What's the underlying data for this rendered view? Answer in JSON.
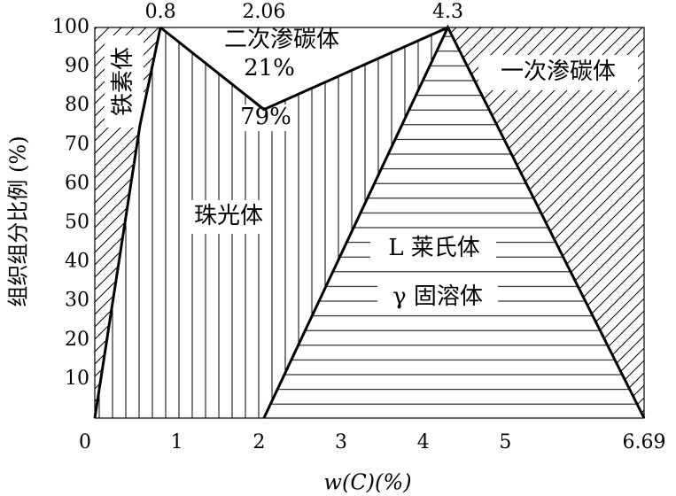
{
  "chart_data": {
    "type": "area",
    "xlabel": "w(C)(%)",
    "ylabel": "组织组分比例 (%)",
    "xlim": [
      0,
      6.69
    ],
    "ylim": [
      0,
      100
    ],
    "x_tick_labels": [
      "0",
      "1",
      "2",
      "3",
      "4",
      "5",
      "6.69"
    ],
    "x_ticks": [
      0,
      1,
      2,
      3,
      4,
      5,
      6.69
    ],
    "y_tick_labels": [
      "10",
      "20",
      "30",
      "40",
      "50",
      "60",
      "70",
      "80",
      "90",
      "100"
    ],
    "y_ticks": [
      10,
      20,
      30,
      40,
      50,
      60,
      70,
      80,
      90,
      100
    ],
    "top_labels": [
      {
        "x": 0.8,
        "text": "0.8"
      },
      {
        "x": 2.06,
        "text": "2.06"
      },
      {
        "x": 4.3,
        "text": "4.3"
      }
    ],
    "boundaries": {
      "ferrite_pearlite": [
        [
          0,
          0
        ],
        [
          0.55,
          75
        ],
        [
          0.8,
          100
        ]
      ],
      "pearlite_cementite_II": [
        [
          0.8,
          100
        ],
        [
          2.06,
          79
        ],
        [
          4.3,
          100
        ]
      ],
      "ledeburite_left": [
        [
          2.06,
          0
        ],
        [
          4.3,
          100
        ]
      ],
      "ledeburite_right": [
        [
          4.3,
          100
        ],
        [
          6.69,
          0
        ]
      ]
    },
    "regions": [
      {
        "name": "铁素体",
        "pattern": "diagonal"
      },
      {
        "name": "珠光体",
        "pattern": "vertical"
      },
      {
        "name": "二次渗碳体",
        "pattern": "none"
      },
      {
        "name": "一次渗碳体",
        "pattern": "diagonal"
      },
      {
        "name": "L 莱氏体",
        "pattern": "horizontal"
      },
      {
        "name": "γ 固溶体",
        "pattern": "horizontal"
      }
    ],
    "annotations": [
      "21%",
      "79%"
    ]
  }
}
